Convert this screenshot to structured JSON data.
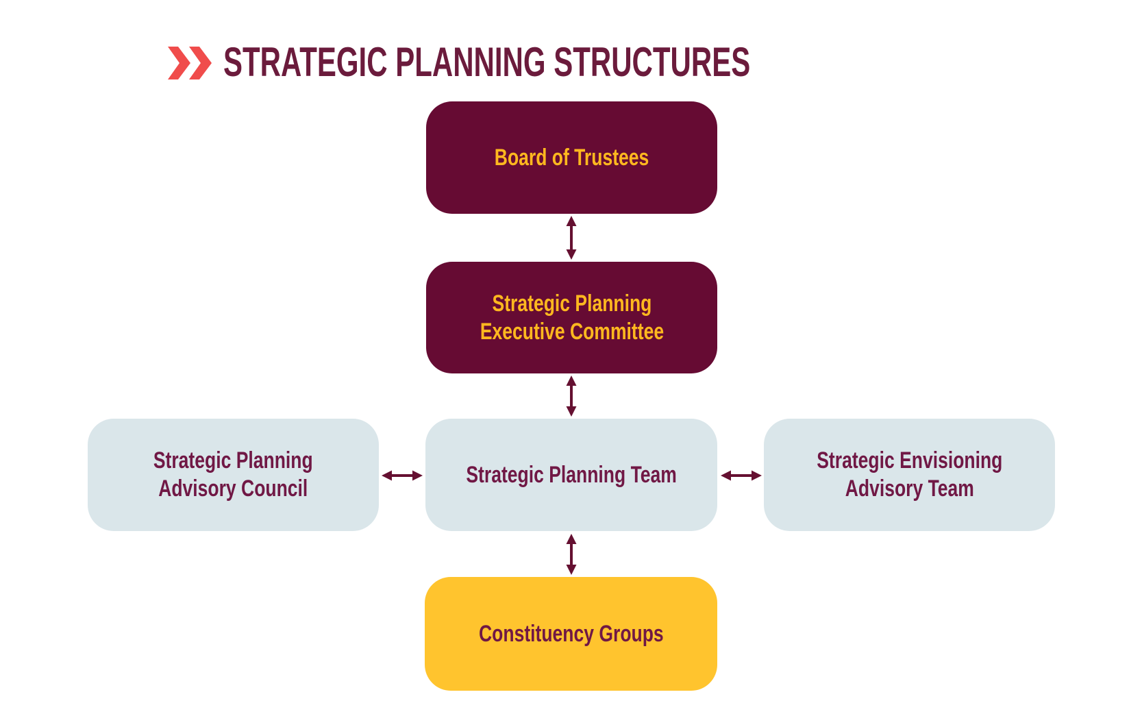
{
  "title": {
    "text": "STRATEGIC PLANNING STRUCTURES",
    "icon": "double-chevron-right-icon"
  },
  "colors": {
    "background": "#FFFFFF",
    "title_maroon": "#6B1B3C",
    "chevron_red": "#F04C4B",
    "maroon_box": "#660B33",
    "gold_text_on_maroon": "#FFB81F",
    "light_box": "#DAE6EA",
    "gold_box": "#FFC42E",
    "maroon_text": "#701845",
    "arrow": "#651031"
  },
  "nodes": {
    "board_of_trustees": {
      "label": "Board of Trustees",
      "style": "maroon"
    },
    "executive_committee": {
      "label": "Strategic Planning\nExecutive Committee",
      "style": "maroon"
    },
    "advisory_council": {
      "label": "Strategic Planning\nAdvisory Council",
      "style": "light"
    },
    "planning_team": {
      "label": "Strategic Planning Team",
      "style": "light"
    },
    "envisioning_team": {
      "label": "Strategic Envisioning\nAdvisory Team",
      "style": "light"
    },
    "constituency_groups": {
      "label": "Constituency Groups",
      "style": "gold"
    }
  },
  "connections": [
    {
      "from": "board_of_trustees",
      "to": "executive_committee",
      "type": "bidirectional",
      "orientation": "vertical"
    },
    {
      "from": "executive_committee",
      "to": "planning_team",
      "type": "bidirectional",
      "orientation": "vertical"
    },
    {
      "from": "advisory_council",
      "to": "planning_team",
      "type": "bidirectional",
      "orientation": "horizontal"
    },
    {
      "from": "planning_team",
      "to": "envisioning_team",
      "type": "bidirectional",
      "orientation": "horizontal"
    },
    {
      "from": "planning_team",
      "to": "constituency_groups",
      "type": "bidirectional",
      "orientation": "vertical"
    }
  ]
}
